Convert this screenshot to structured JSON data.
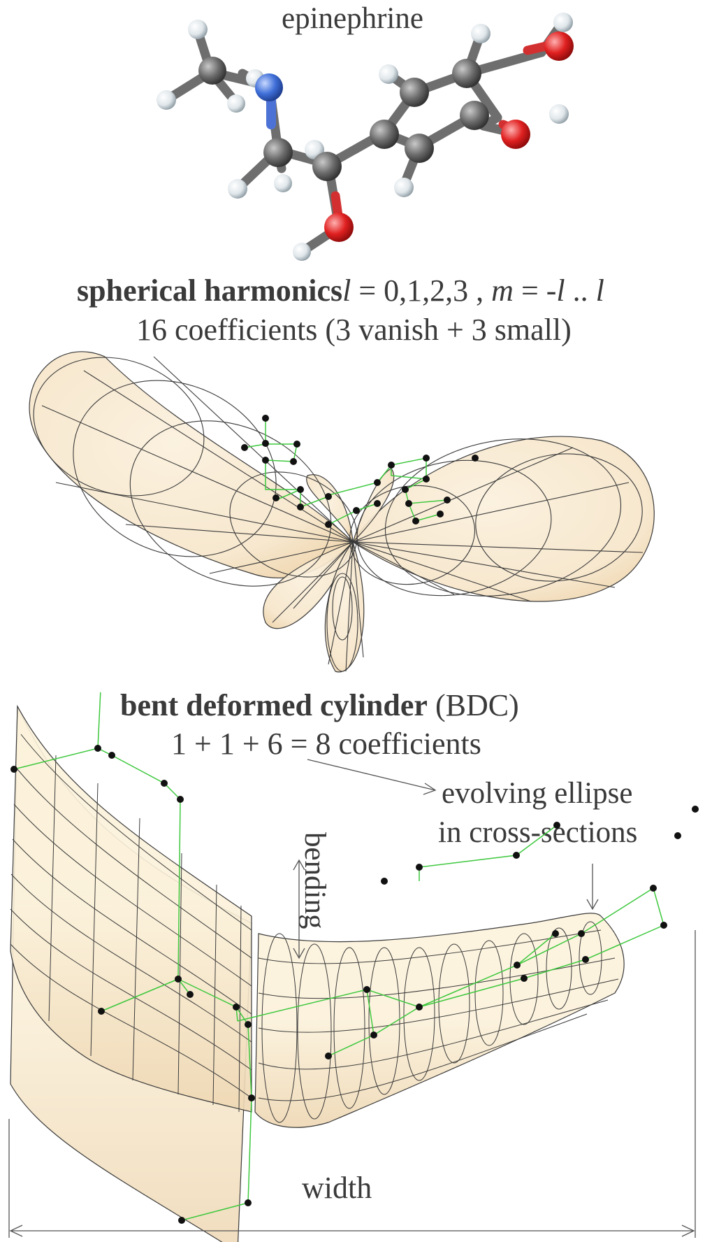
{
  "molecule": {
    "name": "epinephrine",
    "atom_colors": {
      "carbon": "#6b6b6b",
      "hydrogen": "#dfe6ea",
      "nitrogen": "#3f6fd8",
      "oxygen": "#e02020"
    }
  },
  "harmonics": {
    "title_bold": "spherical harmonics",
    "l_symbol": "l",
    "l_values": " = 0,1,2,3 , ",
    "m_symbol": "m",
    "m_eq": " = -",
    "m_l": "l",
    "m_dots": " .. ",
    "m_l2": "l",
    "coefficients": "16 coefficients (3 vanish + 3 small)",
    "surface_color": "#f6e5c9"
  },
  "bdc": {
    "title_bold": "bent deformed cylinder",
    "title_abbr": "(BDC)",
    "coefficients": "1 + 1 + 6 = 8 coefficients",
    "annotation_line1": "evolving ellipse",
    "annotation_line2": "in cross-sections",
    "bending_label": "bending",
    "width_label": "width"
  },
  "colors": {
    "bond_green": "#3ec83e",
    "atom_black": "#111111",
    "mesh": "#3a3a3a"
  }
}
